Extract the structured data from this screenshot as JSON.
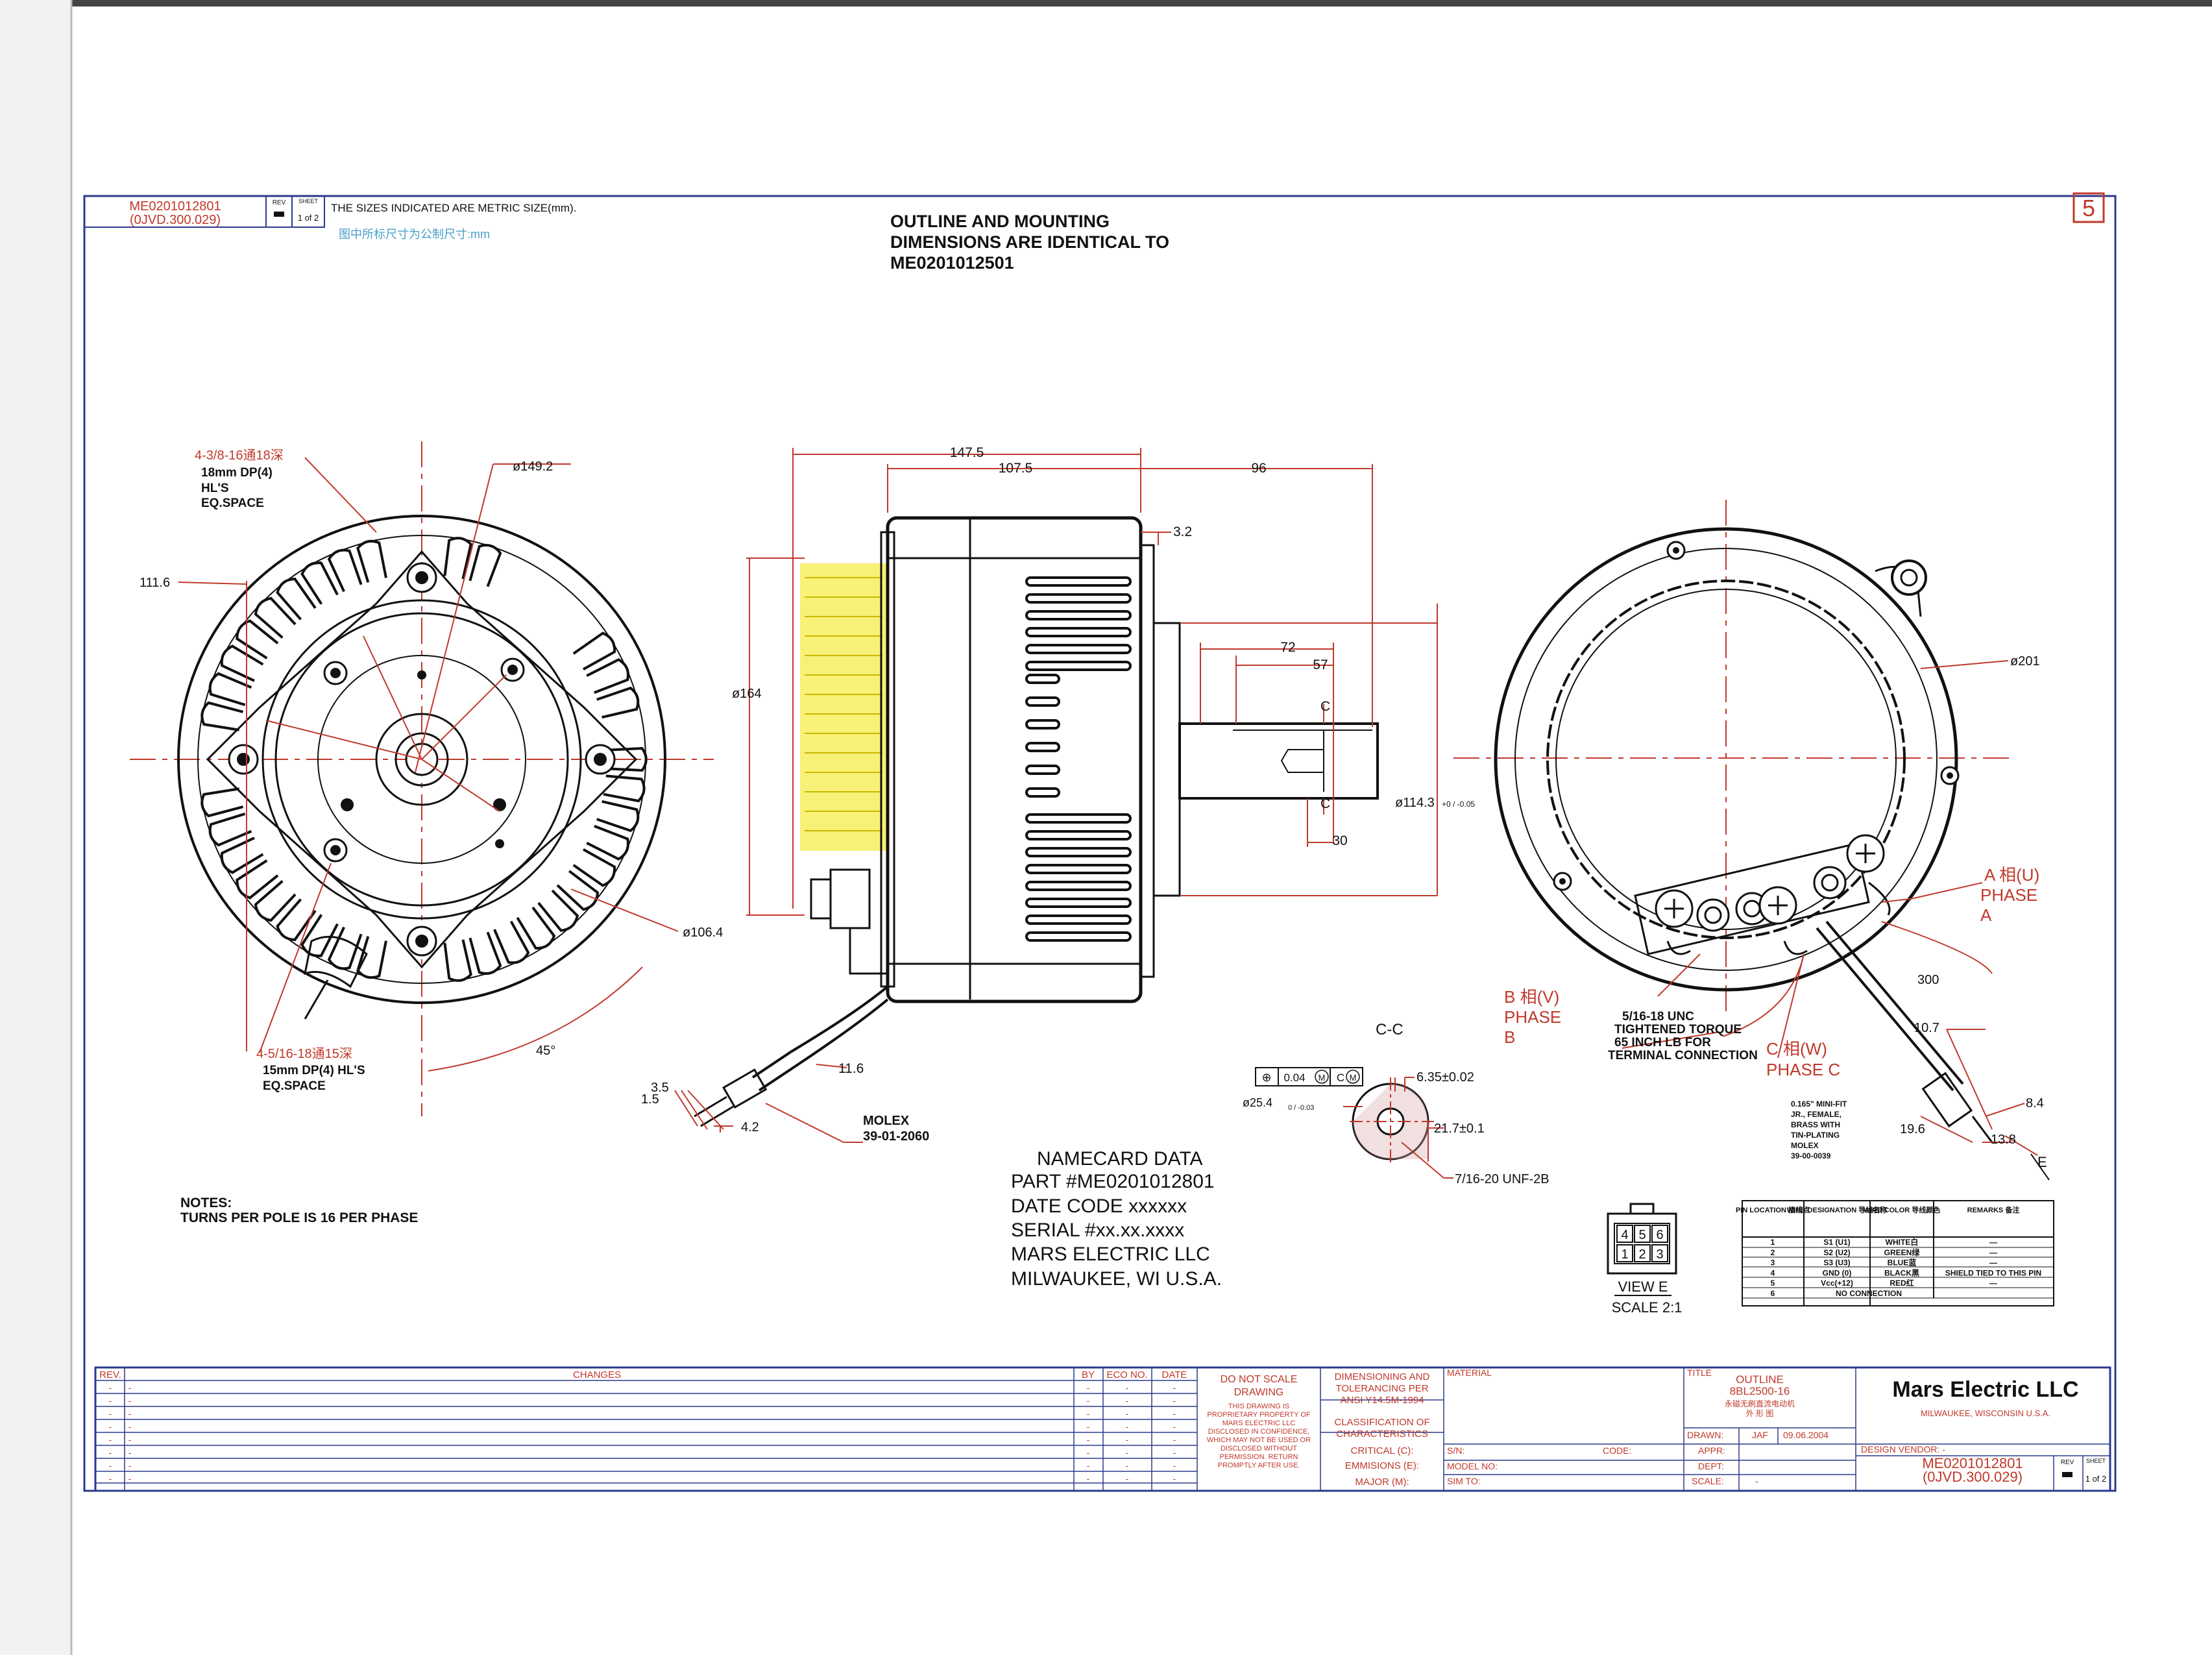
{
  "sheet": {
    "part_number": "ME0201012801",
    "part_code": "(0JVD.300.029)",
    "rev_label": "REV",
    "sheet_label": "SHEET",
    "sheet_fraction": "1 of 2",
    "metric_note_en": "THE SIZES INDICATED ARE METRIC SIZE(mm).",
    "metric_note_cn": "图中所标尺寸为公制尺寸:mm",
    "page_number": "5",
    "outline_note": [
      "OUTLINE AND MOUNTING",
      "DIMENSIONS ARE IDENTICAL TO",
      "ME0201012501"
    ]
  },
  "front_view": {
    "hole_note_1": [
      "4-3/8-16通18深",
      "18mm DP(4)",
      "HL'S",
      "EQ.SPACE"
    ],
    "hole_note_2": [
      "4-5/16-18通15深",
      "15mm DP(4) HL'S",
      "EQ.SPACE"
    ],
    "dia_149": "ø149.2",
    "dim_111": "111.6",
    "dia_106": "ø106.4",
    "angle": "45°"
  },
  "side_view": {
    "dim_147": "147.5",
    "dim_107": "107.5",
    "dim_96": "96",
    "dim_3_2": "3.2",
    "dim_72": "72",
    "dim_57": "57",
    "dim_30": "30",
    "dia_164": "ø164",
    "dia_114": "ø114.3",
    "dia_114_tol": "+0 / -0.05",
    "sec_c_top": "C",
    "sec_c_bot": "C",
    "dim_11_6": "11.6",
    "dim_3_5": "3.5",
    "dim_1_5": "1.5",
    "dim_4_2": "4.2",
    "molex": [
      "MOLEX",
      "39-01-2060"
    ]
  },
  "section_cc": {
    "title": "C-C",
    "tolerance_frame": [
      "⊕",
      "0.04",
      "M",
      "C",
      "M"
    ],
    "dim_6_35": "6.35±0.02",
    "dia_25_4": "ø25.4",
    "dia_25_4_tol": "0 / -0.03",
    "dim_21_7": "21.7±0.1",
    "thread": "7/16-20 UNF-2B"
  },
  "rear_view": {
    "dia_201": "ø201",
    "phase_a": [
      "A 相(U)",
      "PHASE",
      "A"
    ],
    "phase_b": [
      "B 相(V)",
      "PHASE",
      "B"
    ],
    "phase_c": [
      "C 相(W)",
      "PHASE C"
    ],
    "terminal_note": [
      "5/16-18 UNC",
      "TIGHTENED TORQUE",
      "65 INCH LB FOR",
      "TERMINAL CONNECTION"
    ],
    "pin_note": [
      "0.165\" MINI-FIT",
      "JR., FEMALE,",
      "BRASS WITH",
      "TIN-PLATING",
      "MOLEX",
      "39-00-0039"
    ],
    "dim_300": "300",
    "dim_10_7": "10.7",
    "dim_19_6": "19.6",
    "dim_8_4": "8.4",
    "dim_13_8": "13.8",
    "e_label": "E"
  },
  "namecard": {
    "lines": [
      "NAMECARD DATA",
      "PART #ME0201012801",
      "DATE CODE xxxxxx",
      "SERIAL #xx.xx.xxxx",
      "MARS ELECTRIC LLC",
      "MILWAUKEE, WI U.S.A."
    ]
  },
  "notes": {
    "title": "NOTES:",
    "line": "TURNS PER POLE IS 16 PER PHASE"
  },
  "view_e": {
    "pins_top": [
      "4",
      "5",
      "6"
    ],
    "pins_bottom": [
      "1",
      "2",
      "3"
    ],
    "label": "VIEW E",
    "scale": "SCALE 2:1"
  },
  "pin_table": {
    "headers": [
      "PIN LOCATION 接线点",
      "WIRE DESIGNATION 导线名称",
      "WIRE COLOR 导线颜色",
      "REMARKS 备注"
    ],
    "rows": [
      [
        "1",
        "S1 (U1)",
        "WHITE白",
        "—"
      ],
      [
        "2",
        "S2 (U2)",
        "GREEN绿",
        "—"
      ],
      [
        "3",
        "S3 (U3)",
        "BLUE蓝",
        "—"
      ],
      [
        "4",
        "GND (0)",
        "BLACK黑",
        "SHIELD TIED TO THIS PIN"
      ],
      [
        "5",
        "Vcc(+12)",
        "RED红",
        "—"
      ],
      [
        "6",
        "NO CONNECTION",
        "",
        ""
      ]
    ]
  },
  "title_block": {
    "rev": "REV.",
    "changes": "CHANGES",
    "by": "BY",
    "eco": "ECO NO.",
    "date": "DATE",
    "dash": "-",
    "do_not_scale": [
      "DO NOT SCALE",
      "DRAWING"
    ],
    "proprietary": [
      "THIS DRAWING IS",
      "PROPRIETARY PROPERTY OF",
      "MARS ELECTRIC LLC",
      "DISCLOSED IN CONFIDENCE,",
      "WHICH MAY NOT BE USED OR",
      "DISCLOSED WITHOUT",
      "PERMISSION. RETURN",
      "PROMPTLY AFTER USE."
    ],
    "dimensioning": [
      "DIMENSIONING AND",
      "TOLERANCING PER",
      "ANSI Y14.5M-1994"
    ],
    "classification": [
      "CLASSIFICATION OF",
      "CHARACTERISTICS"
    ],
    "critical": "CRITICAL (C):",
    "emissions": "EMMISIONS (E):",
    "major": "MAJOR (M):",
    "material": "MATERIAL",
    "sn": "S/N:",
    "code": "CODE:",
    "model": "MODEL NO:",
    "sim": "SIM TO:",
    "title_label": "TITLE",
    "title": [
      "OUTLINE",
      "8BL2500-16",
      "永磁无刷直流电动机",
      "外 形 图"
    ],
    "drawn": "DRAWN:",
    "drawn_by": "JAF",
    "drawn_date": "09.06.2004",
    "appr": "APPR:",
    "dept": "DEPT:",
    "scale": "SCALE:",
    "company": "Mars Electric LLC",
    "company_city": "MILWAUKEE, WISCONSIN  U.S.A.",
    "design_vendor": "DESIGN VENDOR: -",
    "part_number": "ME0201012801",
    "part_code": "(0JVD.300.029)",
    "rev_small": "REV",
    "sheet_small": "SHEET",
    "sheet_fraction": "1 of 2"
  },
  "colors": {
    "red": "#c0392b",
    "black": "#111111",
    "blue": "#2b3a8c",
    "yellow": "#f4ec4a"
  }
}
